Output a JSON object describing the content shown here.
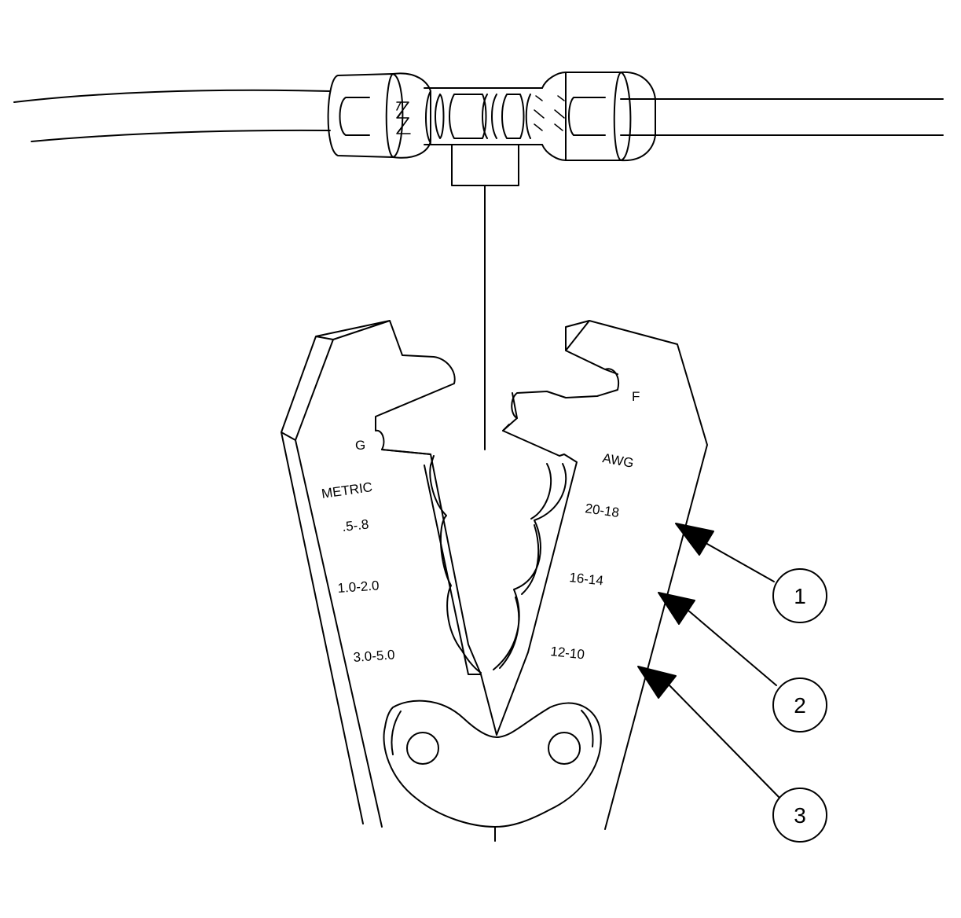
{
  "tool": {
    "cavity_left": "G",
    "cavity_right": "F",
    "metric_header": "METRIC",
    "awg_header": "AWG",
    "metric_sizes": [
      ".5-.8",
      "1.0-2.0",
      "3.0-5.0"
    ],
    "awg_sizes": [
      "20-18",
      "16-14",
      "12-10"
    ]
  },
  "callouts": [
    "1",
    "2",
    "3"
  ]
}
